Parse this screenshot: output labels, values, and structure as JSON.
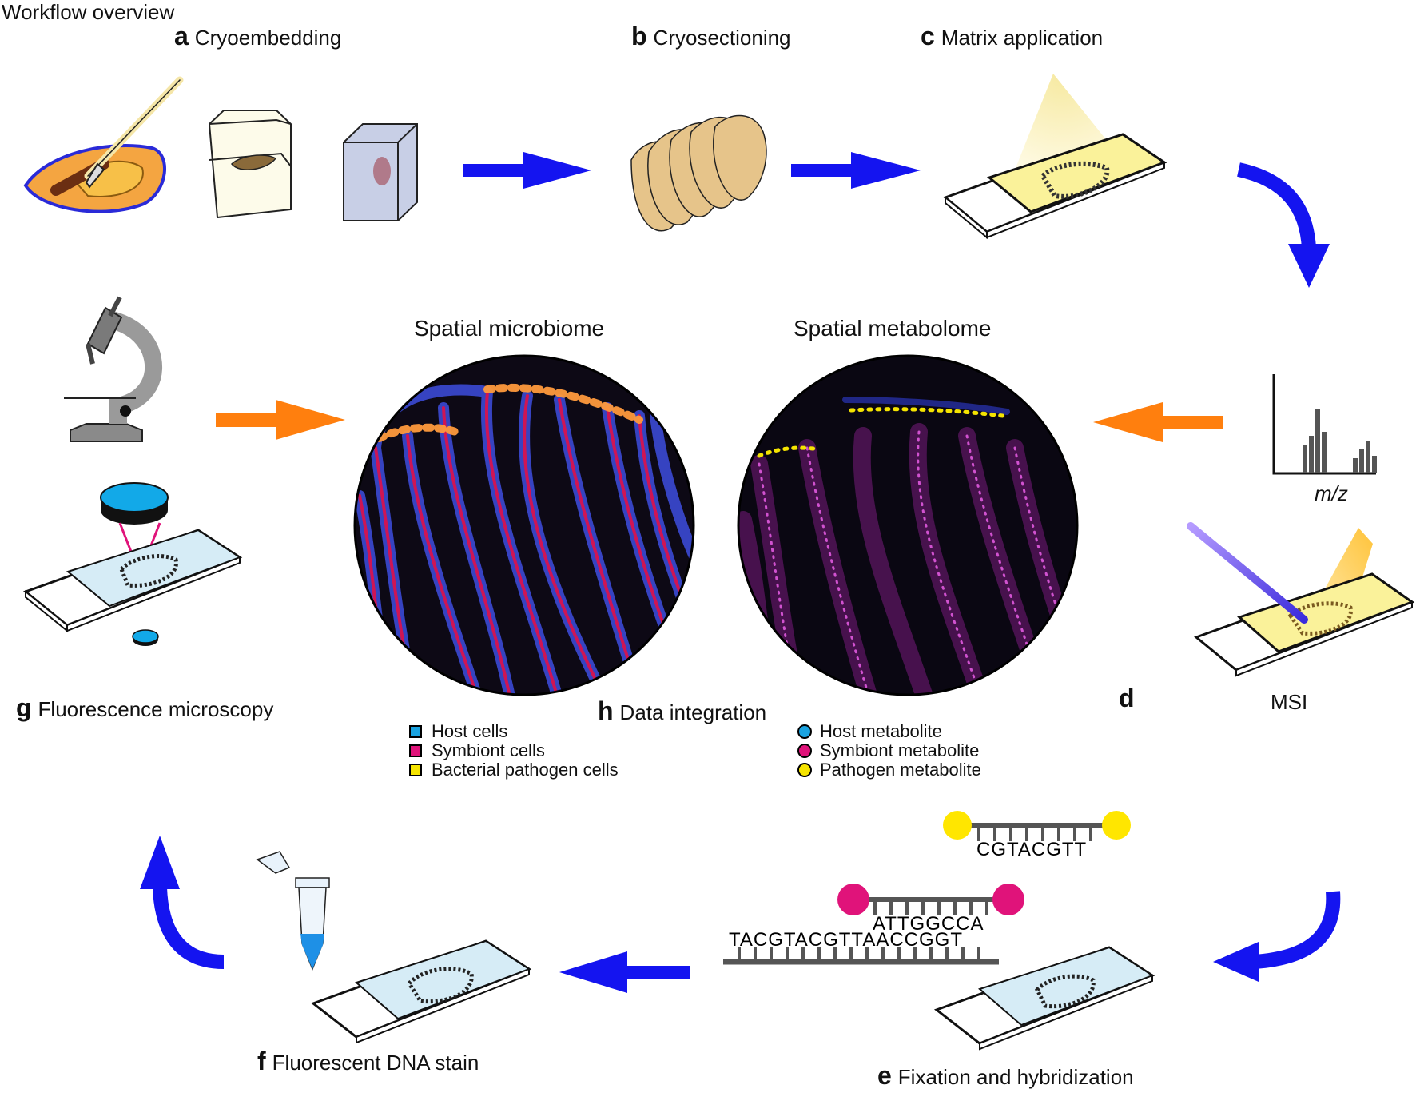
{
  "title": "Workflow overview",
  "steps": {
    "a": {
      "letter": "a",
      "label": "Cryoembedding"
    },
    "b": {
      "letter": "b",
      "label": "Cryosectioning"
    },
    "c": {
      "letter": "c",
      "label": "Matrix application"
    },
    "d": {
      "letter": "d",
      "label": "MSI"
    },
    "e": {
      "letter": "e",
      "label": "Fixation and hybridization"
    },
    "f": {
      "letter": "f",
      "label": "Fluorescent DNA stain"
    },
    "g": {
      "letter": "g",
      "label": "Fluorescence microscopy"
    },
    "h": {
      "letter": "h",
      "label": "Data integration"
    }
  },
  "panels": {
    "microbiome": "Spatial microbiome",
    "metabolome": "Spatial metabolome"
  },
  "spectrum_axis": "m/z",
  "legend_cells": [
    {
      "label": "Host cells",
      "color": "#1aa3e0"
    },
    {
      "label": "Symbiont cells",
      "color": "#e0137a"
    },
    {
      "label": "Bacterial pathogen cells",
      "color": "#f5e400"
    }
  ],
  "legend_metabolites": [
    {
      "label": "Host metabolite",
      "color": "#1aa3e0"
    },
    {
      "label": "Symbiont metabolite",
      "color": "#e0137a"
    },
    {
      "label": "Pathogen metabolite",
      "color": "#f5e400"
    }
  ],
  "probes": {
    "top": "CGTACGTT",
    "middle": "ATTGGCCA",
    "bottom": "TACGTACGTTAACCGGT"
  },
  "colors": {
    "blue_arrow": "#1414f0",
    "orange_arrow": "#ff7f0e",
    "matrix_yellow": "#faf29a",
    "slide_blue": "#d6ecf6",
    "probe_yellow": "#ffe600",
    "probe_magenta": "#e0137a"
  }
}
